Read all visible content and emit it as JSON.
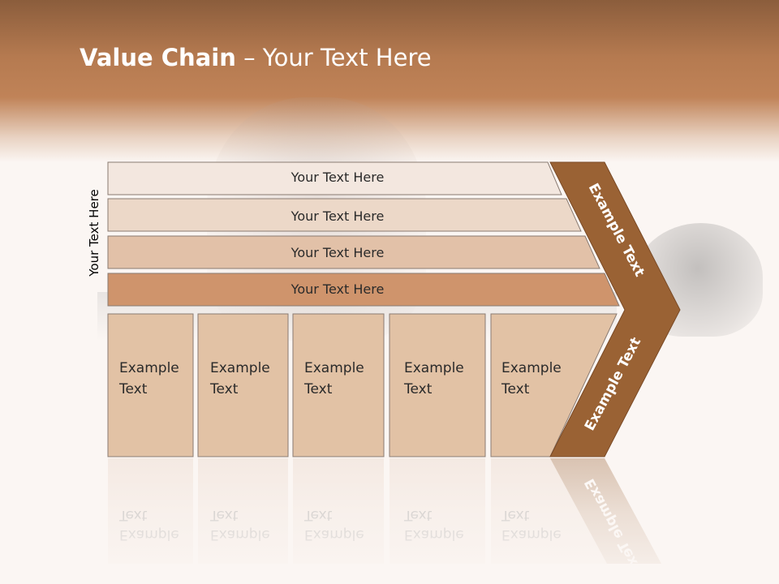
{
  "slide": {
    "title_bold": "Value Chain",
    "title_rest": " – Your Text Here",
    "side_label": "Your Text Here"
  },
  "bars": [
    {
      "label": "Your Text Here",
      "color": "#f3e7df"
    },
    {
      "label": "Your Text Here",
      "color": "#ecd8c8"
    },
    {
      "label": "Your Text Here",
      "color": "#e2c1a8"
    },
    {
      "label": "Your Text Here",
      "color": "#cf946c"
    }
  ],
  "boxes": [
    {
      "line1": "Example",
      "line2": "Text"
    },
    {
      "line1": "Example",
      "line2": "Text"
    },
    {
      "line1": "Example",
      "line2": "Text"
    },
    {
      "line1": "Example",
      "line2": "Text"
    },
    {
      "line1": "Example",
      "line2": "Text"
    }
  ],
  "arrow": {
    "upper_label": "Example Text",
    "lower_label": "Example Text",
    "color": "#9a6234"
  },
  "colors": {
    "header": "#b57a50",
    "box_fill": "#e2c2a5",
    "outline": "#8a7b72"
  }
}
